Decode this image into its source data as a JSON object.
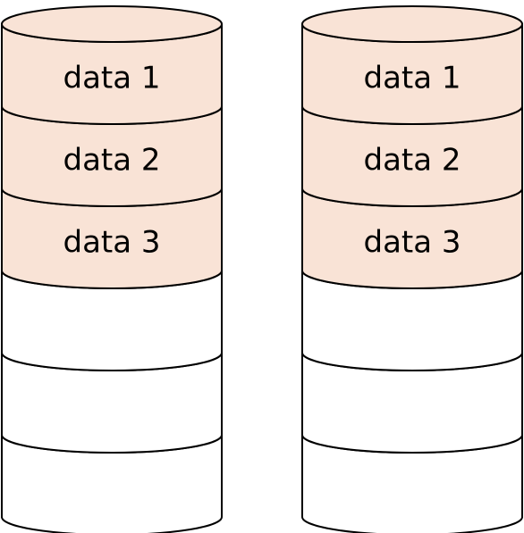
{
  "colors": {
    "filled": "#f9e3d6",
    "empty": "#ffffff",
    "stroke": "#000000"
  },
  "disks": [
    {
      "segments": [
        {
          "label": "data 1",
          "filled": true
        },
        {
          "label": "data 2",
          "filled": true
        },
        {
          "label": "data 3",
          "filled": true
        },
        {
          "label": "",
          "filled": false
        },
        {
          "label": "",
          "filled": false
        },
        {
          "label": "",
          "filled": false
        }
      ]
    },
    {
      "segments": [
        {
          "label": "data 1",
          "filled": true
        },
        {
          "label": "data 2",
          "filled": true
        },
        {
          "label": "data 3",
          "filled": true
        },
        {
          "label": "",
          "filled": false
        },
        {
          "label": "",
          "filled": false
        },
        {
          "label": "",
          "filled": false
        }
      ]
    }
  ]
}
